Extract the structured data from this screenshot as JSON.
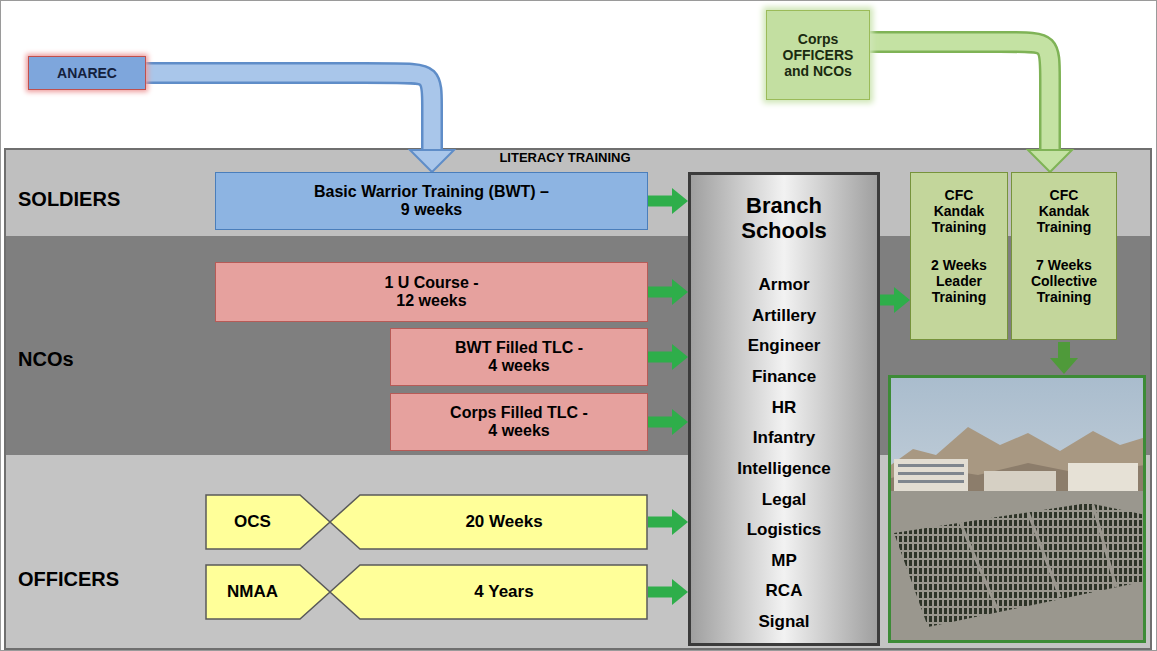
{
  "diagram": {
    "nodes": [
      {
        "text": [
          "ANAREC"
        ]
      },
      {
        "text": [
          "Corps OFFICERS and NCOs"
        ]
      },
      {
        "text": [
          "SOLDIERS"
        ]
      },
      {
        "text": [
          "Basic Warrior Training (BWT) – 9 weeks"
        ],
        "in": 2
      },
      {
        "text": [
          "NCOs"
        ]
      },
      {
        "text": [
          "1 U Course - 12 weeks"
        ],
        "in": 4
      },
      {
        "text": [
          "BWT Filled TLC - 4 weeks"
        ],
        "in": 4
      },
      {
        "text": [
          "Corps Filled TLC - 4 weeks"
        ],
        "in": 4
      },
      {
        "text": [
          "OFFICERS"
        ]
      },
      {
        "text": [
          "OCS",
          "20 Weeks"
        ],
        "in": 8
      },
      {
        "text": [
          "NMAA",
          "4 Years"
        ],
        "in": 8
      },
      {
        "text": [
          "Branch Schools",
          "Armor",
          "Artillery",
          "Engineer",
          "Finance",
          "HR",
          "Infantry",
          "Intelligence",
          "Legal",
          "Logistics",
          "MP",
          "RCA",
          "Signal"
        ]
      },
      {
        "text": [
          "CFC Kandak Training",
          "2 Weeks Leader Training"
        ]
      },
      {
        "text": [
          "CFC Kandak Training",
          "7 Weeks Collective Training"
        ]
      }
    ],
    "edges": [
      {
        "from": 0,
        "to": 3,
        "arrow": "to"
      },
      {
        "from": 1,
        "to": 13,
        "arrow": "to"
      },
      {
        "from": 3,
        "to": 11,
        "arrow": "to"
      },
      {
        "from": 5,
        "to": 11,
        "arrow": "to"
      },
      {
        "from": 6,
        "to": 11,
        "arrow": "to"
      },
      {
        "from": 7,
        "to": 11,
        "arrow": "to"
      },
      {
        "from": 9,
        "to": 11,
        "arrow": "to"
      },
      {
        "from": 10,
        "to": 11,
        "arrow": "to"
      },
      {
        "from": 11,
        "to": 12,
        "arrow": "to"
      }
    ],
    "labels": [
      "LITERACY TRAINING"
    ]
  }
}
